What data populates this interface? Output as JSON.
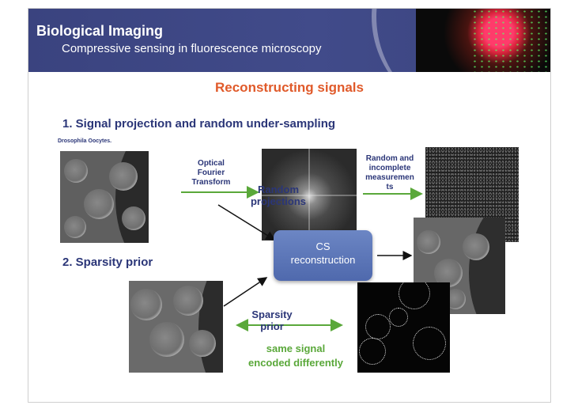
{
  "header": {
    "title": "Biological Imaging",
    "subtitle": "Compressive sensing in fluorescence microscopy"
  },
  "heading": "Reconstructing signals",
  "section1": "1. Signal projection and random under-sampling",
  "section2": "2. Sparsity prior",
  "caption": "Drosophila Oocytes.",
  "labels": {
    "optical": [
      "Optical",
      "Fourier",
      "Transform"
    ],
    "random_projections": [
      "Random",
      "projections"
    ],
    "random_measurements": [
      "Random and",
      "incomplete",
      "measuremen",
      "ts"
    ],
    "cs_box": [
      "CS",
      "reconstruction"
    ],
    "sparsity": [
      "Sparsity",
      "prior"
    ],
    "same_signal": [
      "same signal",
      "encoded differently"
    ]
  },
  "colors": {
    "header_bg": "#414b8a",
    "heading": "#e05a2a",
    "navy_text": "#2b3678",
    "green": "#5aa83a",
    "cs_box": "#5d77b8"
  },
  "icons": {
    "arrow_green": "arrow-right-icon",
    "arrow_black": "arrow-icon",
    "arrow_double": "double-arrow-icon"
  }
}
